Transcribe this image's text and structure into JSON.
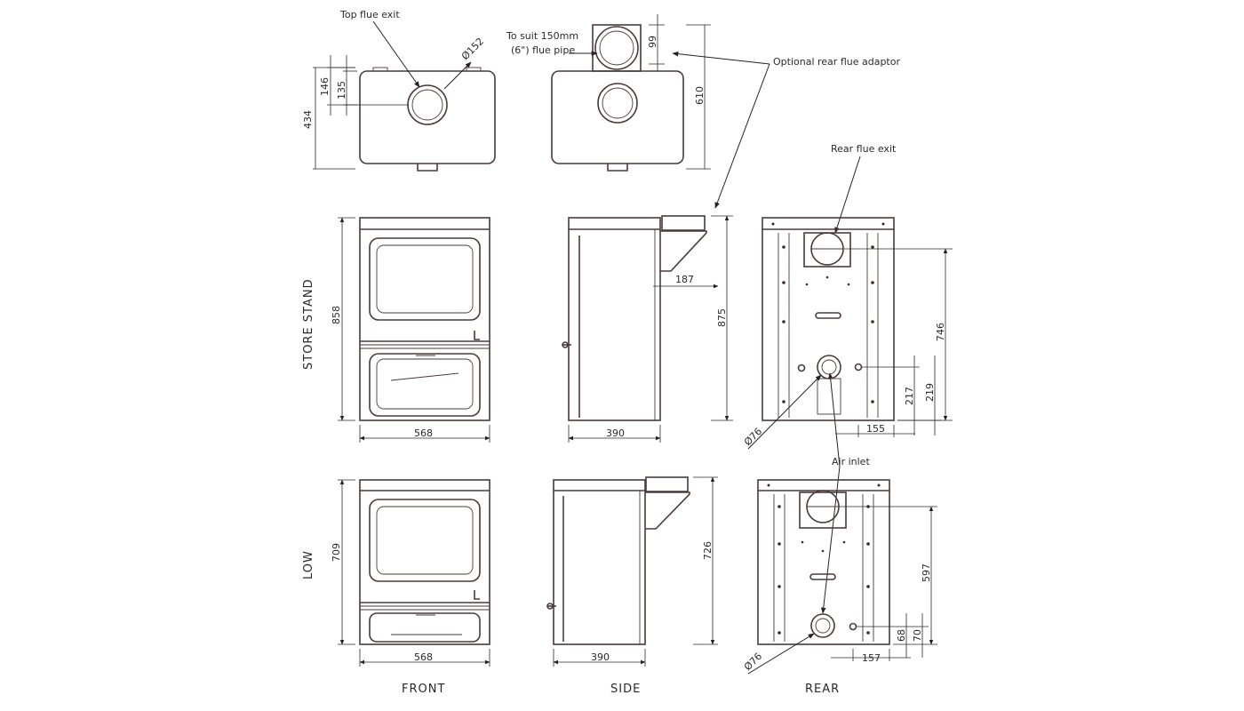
{
  "callouts": {
    "top_flue_exit": "Top flue exit",
    "to_suit_line1": "To suit 150mm",
    "to_suit_line2": "(6\") flue pipe",
    "optional_rear": "Optional rear flue adaptor",
    "rear_flue_exit": "Rear flue exit",
    "air_inlet": "Air inlet"
  },
  "row_labels": {
    "store_stand": "STORE STAND",
    "low": "LOW"
  },
  "view_labels": {
    "front": "FRONT",
    "side": "SIDE",
    "rear": "REAR"
  },
  "dimensions": {
    "plan_434": "434",
    "plan_146": "146",
    "plan_135": "135",
    "plan_dia152": "Ø152",
    "plan_99": "99",
    "plan_610": "610",
    "ss_858": "858",
    "ss_568": "568",
    "ss_390": "390",
    "ss_187": "187",
    "ss_875": "875",
    "ss_746": "746",
    "ss_217": "217",
    "ss_219": "219",
    "ss_155": "155",
    "ss_dia76": "Ø76",
    "low_709": "709",
    "low_568": "568",
    "low_390": "390",
    "low_726": "726",
    "low_597": "597",
    "low_68": "68",
    "low_70": "70",
    "low_157": "157",
    "low_dia76": "Ø76"
  }
}
